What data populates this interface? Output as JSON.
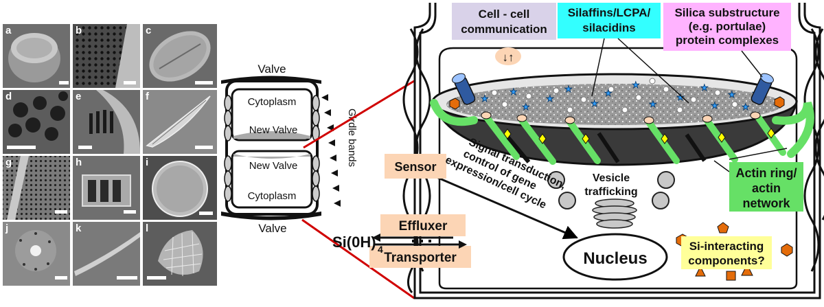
{
  "panels": {
    "a": "a",
    "b": "b",
    "c": "c",
    "d": "d",
    "e": "e",
    "f": "f",
    "g": "g",
    "h": "h",
    "i": "i",
    "j": "j",
    "k": "k",
    "l": "l"
  },
  "frustule": {
    "valve_top": "Valve",
    "cytoplasm_top": "Cytoplasm",
    "new_valve_top": "New Valve",
    "new_valve_bottom": "New Valve",
    "cytoplasm_bottom": "Cytoplasm",
    "valve_bottom": "Valve",
    "girdle_bands": "Girdle bands"
  },
  "cell": {
    "cell_communication_line1": "Cell - cell",
    "cell_communication_line2": "communication",
    "silaffins_line1": "Silaffins/LCPA/",
    "silaffins_line2": "silacidins",
    "substructure_line1": "Silica substructure",
    "substructure_line2": "(e.g. portulae)",
    "substructure_line3": "protein complexes",
    "sensor": "Sensor",
    "signal_line1": "Signal transduction,",
    "signal_line2": "control of gene",
    "signal_line3": "expression/cell cycle",
    "vesicle_line1": "Vesicle",
    "vesicle_line2": "trafficking",
    "actin_line1": "Actin ring/",
    "actin_line2": "actin",
    "actin_line3": "network",
    "effluxer": "Effluxer",
    "transporter": "Transporter",
    "si_oh": "Si(0H)",
    "si_sub": "4",
    "nucleus": "Nucleus",
    "si_interacting_line1": "Si-interacting",
    "si_interacting_line2": "components?"
  },
  "colors": {
    "lavender": "#d9d2e9",
    "cyan": "#33ffff",
    "pink": "#ffb3ff",
    "peach": "#fcd5b5",
    "green": "#66e066",
    "yellow": "#ffff99",
    "orange": "#e46c0a",
    "red": "#d00000"
  }
}
